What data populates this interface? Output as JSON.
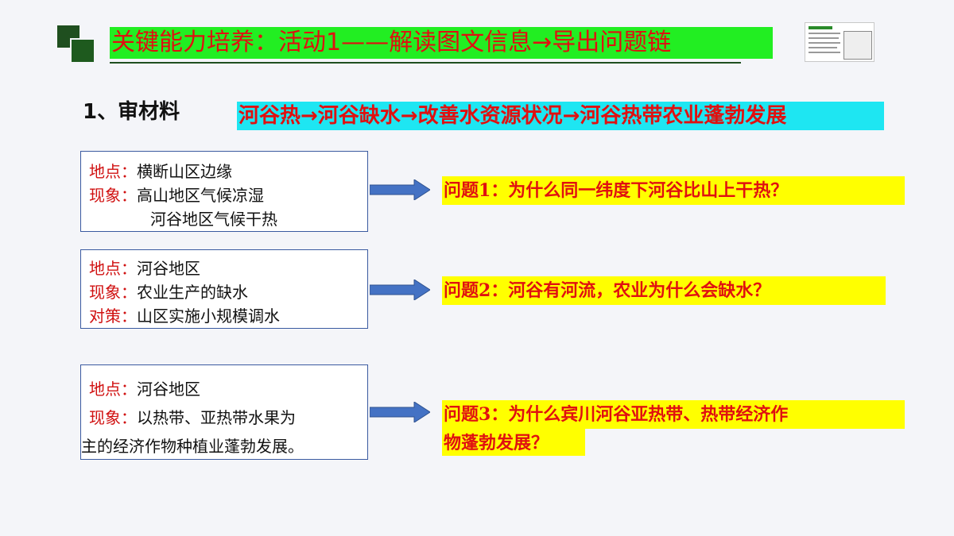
{
  "slide": {
    "title": "关键能力培养：活动1——解读图文信息→导出问题链",
    "section_label": "1、审材料",
    "chain": "河谷热→河谷缺水→改善水资源状况→河谷热带农业蓬勃发展"
  },
  "boxes": [
    {
      "rows": [
        {
          "key": "地点：",
          "value": "横断山区边缘"
        },
        {
          "key": "现象：",
          "value": "高山地区气候凉湿"
        },
        {
          "key": "",
          "value": "河谷地区气候干热"
        }
      ]
    },
    {
      "rows": [
        {
          "key": "地点：",
          "value": "河谷地区"
        },
        {
          "key": "现象：",
          "value": "农业生产的缺水"
        },
        {
          "key": "对策：",
          "value": "山区实施小规模调水"
        }
      ]
    },
    {
      "rows": [
        {
          "key": "地点：",
          "value": "河谷地区"
        },
        {
          "key": "现象：",
          "value": "以热带、亚热带水果为"
        },
        {
          "key": "",
          "value": "主的经济作物种植业蓬勃发展。"
        }
      ]
    }
  ],
  "questions": {
    "q1": "问题1：为什么同一纬度下河谷比山上干热？",
    "q2": "问题2：河谷有河流，农业为什么会缺水？",
    "q3_line1": "问题3：为什么宾川河谷亚热带、热带经济作",
    "q3_line2": "物蓬勃发展？"
  },
  "colors": {
    "title_bg": "#22ee22",
    "chain_bg": "#1ee6f2",
    "question_bg": "#ffff00",
    "accent_red": "#e01010",
    "arrow_blue": "#4472c4",
    "box_border": "#3a5aa0"
  },
  "icons": {
    "logo": "green-squares-logo",
    "thumbnail": "map-thumbnail",
    "arrow": "right-arrow-icon"
  }
}
